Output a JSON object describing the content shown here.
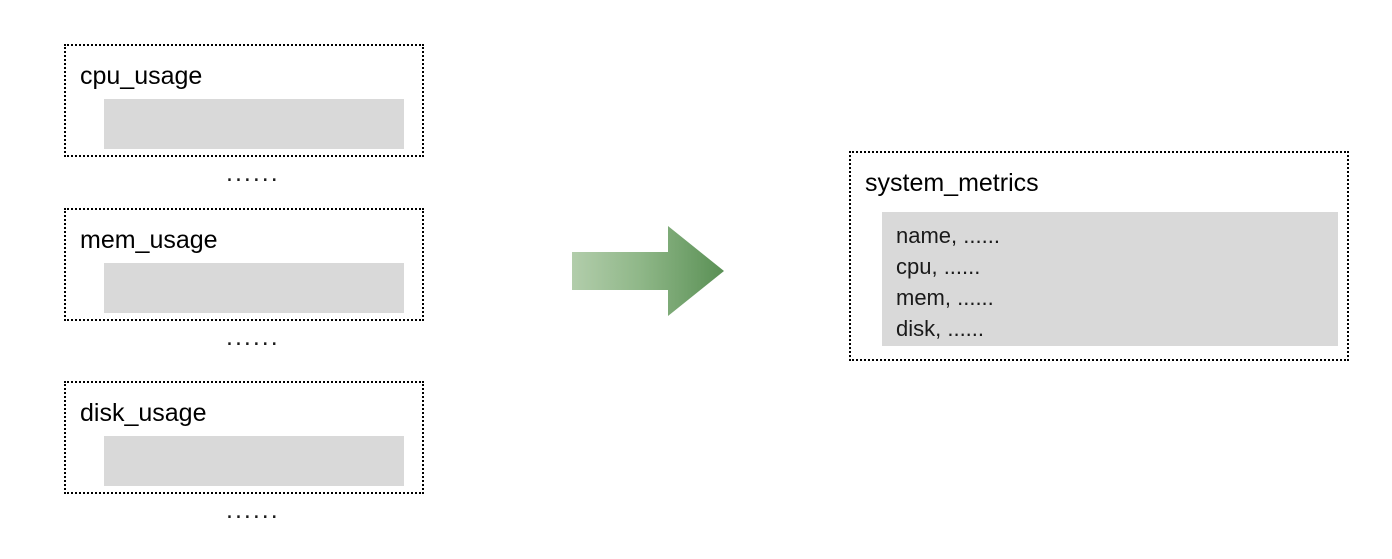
{
  "diagram": {
    "title_visible": false,
    "sources": [
      {
        "name": "cpu_usage",
        "body": "......"
      },
      {
        "name": "mem_usage",
        "body": "......"
      },
      {
        "name": "disk_usage",
        "body": "......"
      }
    ],
    "arrow": {
      "icon": "right-arrow-icon",
      "direction": "right",
      "gradient_start": "#accaa4",
      "gradient_end": "#5e9459"
    },
    "target": {
      "name": "system_metrics",
      "lines": [
        "name, ......",
        "cpu, ......",
        "mem, ......",
        "disk, ......"
      ]
    },
    "colors": {
      "background": "#ffffff",
      "panel_gray": "#d9d9d9",
      "border": "#000000",
      "text": "#000000",
      "accent_green": "#6fa368"
    }
  }
}
